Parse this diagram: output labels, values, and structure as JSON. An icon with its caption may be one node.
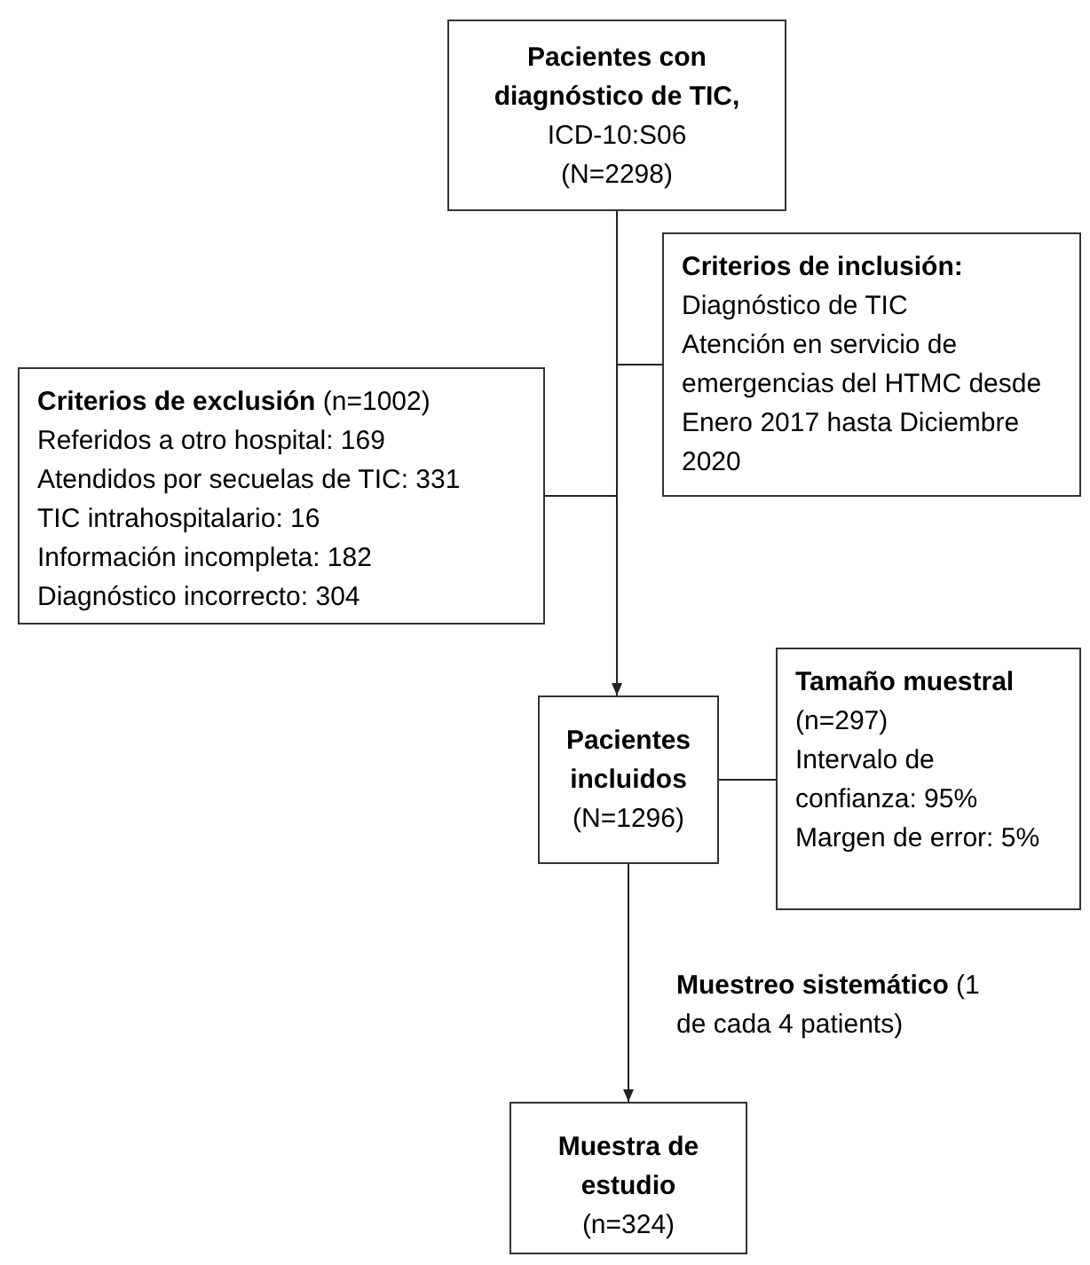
{
  "diagram": {
    "nodes": [
      {
        "text": [
          "Pacientes con diagnóstico de TIC,",
          "ICD-10:S06",
          "(N=2298)"
        ]
      },
      {
        "text": [
          "Criterios de inclusión:",
          "Diagnóstico de TIC",
          "Atención en servicio de emergencias del HTMC desde Enero 2017 hasta Diciembre 2020"
        ]
      },
      {
        "text": [
          "**Criterios de exclusión** (n=1002)",
          "Referidos a otro hospital: 169",
          "Atendidos por secuelas de TIC: 331",
          "TIC intrahospitalario: 16",
          "Información incompleta: 182",
          "Diagnóstico incorrecto: 304"
        ]
      },
      {
        "text": [
          "Pacientes incluidos",
          "(N=1296)"
        ]
      },
      {
        "text": [
          "Tamaño muestral",
          "(n=297)",
          "Intervalo de confianza: 95%",
          "Margen de error: 5%"
        ]
      },
      {
        "text": [
          "Muestra de estudio",
          "(n=324)"
        ]
      }
    ],
    "edges": [
      {
        "from": 0,
        "to": 3,
        "arrow": "to"
      },
      {
        "from": 0,
        "to": 1,
        "arrow": "none"
      },
      {
        "from": 0,
        "to": 2,
        "arrow": "none"
      },
      {
        "from": 3,
        "to": 4,
        "arrow": "none"
      },
      {
        "from": 3,
        "to": 5,
        "arrow": "to",
        "label": "**Muestreo sistemático** (1 de cada 4 patients)"
      }
    ]
  }
}
